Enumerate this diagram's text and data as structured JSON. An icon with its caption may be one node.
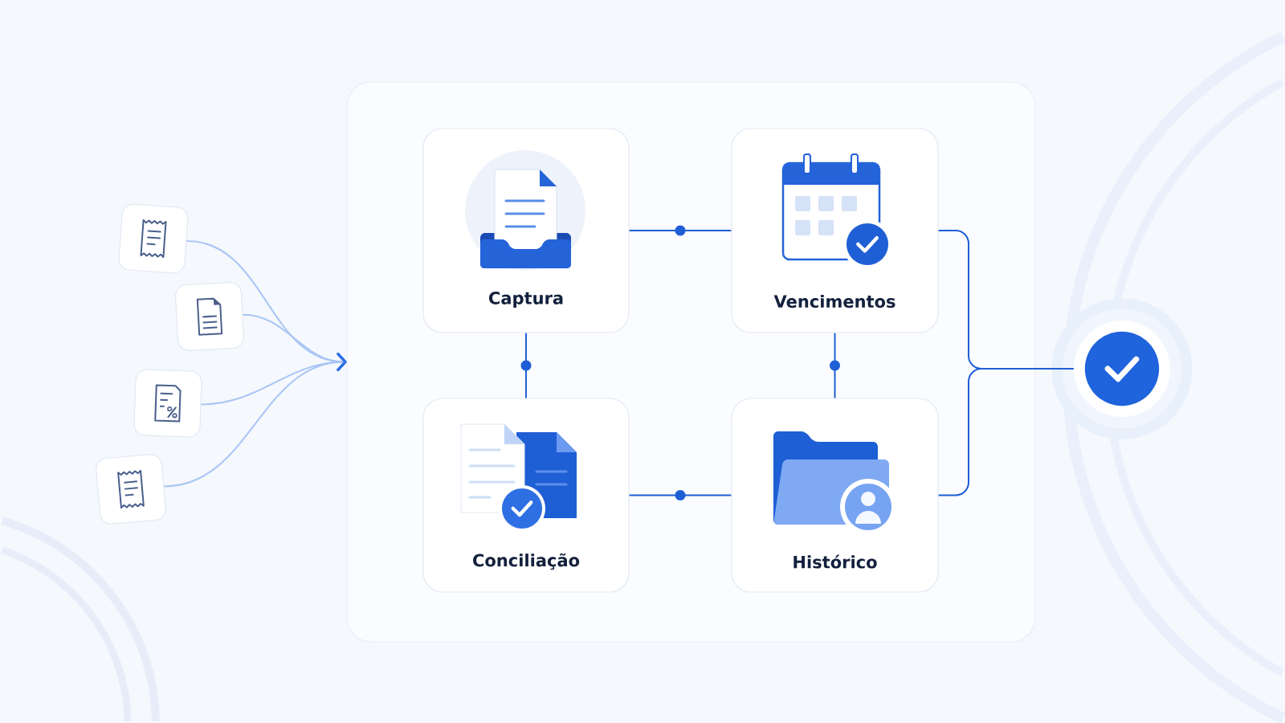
{
  "diagram": {
    "nodes": [
      {
        "text": [],
        "shape": "picture"
      },
      {
        "text": [],
        "shape": "picture"
      },
      {
        "text": [],
        "shape": "picture"
      },
      {
        "text": [],
        "shape": "picture"
      },
      {
        "text": [],
        "shape": "box"
      },
      {
        "text": [
          "Captura"
        ],
        "in": 4
      },
      {
        "text": [
          "Vencimentos"
        ],
        "in": 4
      },
      {
        "text": [
          "Conciliação"
        ],
        "in": 4
      },
      {
        "text": [
          "Histórico"
        ],
        "in": 4
      },
      {
        "text": [],
        "shape": "circle"
      }
    ],
    "edges": [
      {
        "from": 0,
        "to": 4,
        "arrow": "to",
        "color": "#a8c5f5"
      },
      {
        "from": 1,
        "to": 4,
        "arrow": "to",
        "color": "#a8c5f5"
      },
      {
        "from": 2,
        "to": 4,
        "arrow": "to",
        "color": "#a8c5f5"
      },
      {
        "from": 3,
        "to": 4,
        "arrow": "to",
        "color": "#a8c5f5"
      },
      {
        "from": 5,
        "to": 6,
        "arrow": "none"
      },
      {
        "from": 5,
        "to": 7,
        "arrow": "none"
      },
      {
        "from": 6,
        "to": 8,
        "arrow": "none"
      },
      {
        "from": 7,
        "to": 8,
        "arrow": "none"
      },
      {
        "from": 6,
        "to": 9,
        "arrow": "none"
      },
      {
        "from": 8,
        "to": 9,
        "arrow": "none"
      }
    ]
  }
}
